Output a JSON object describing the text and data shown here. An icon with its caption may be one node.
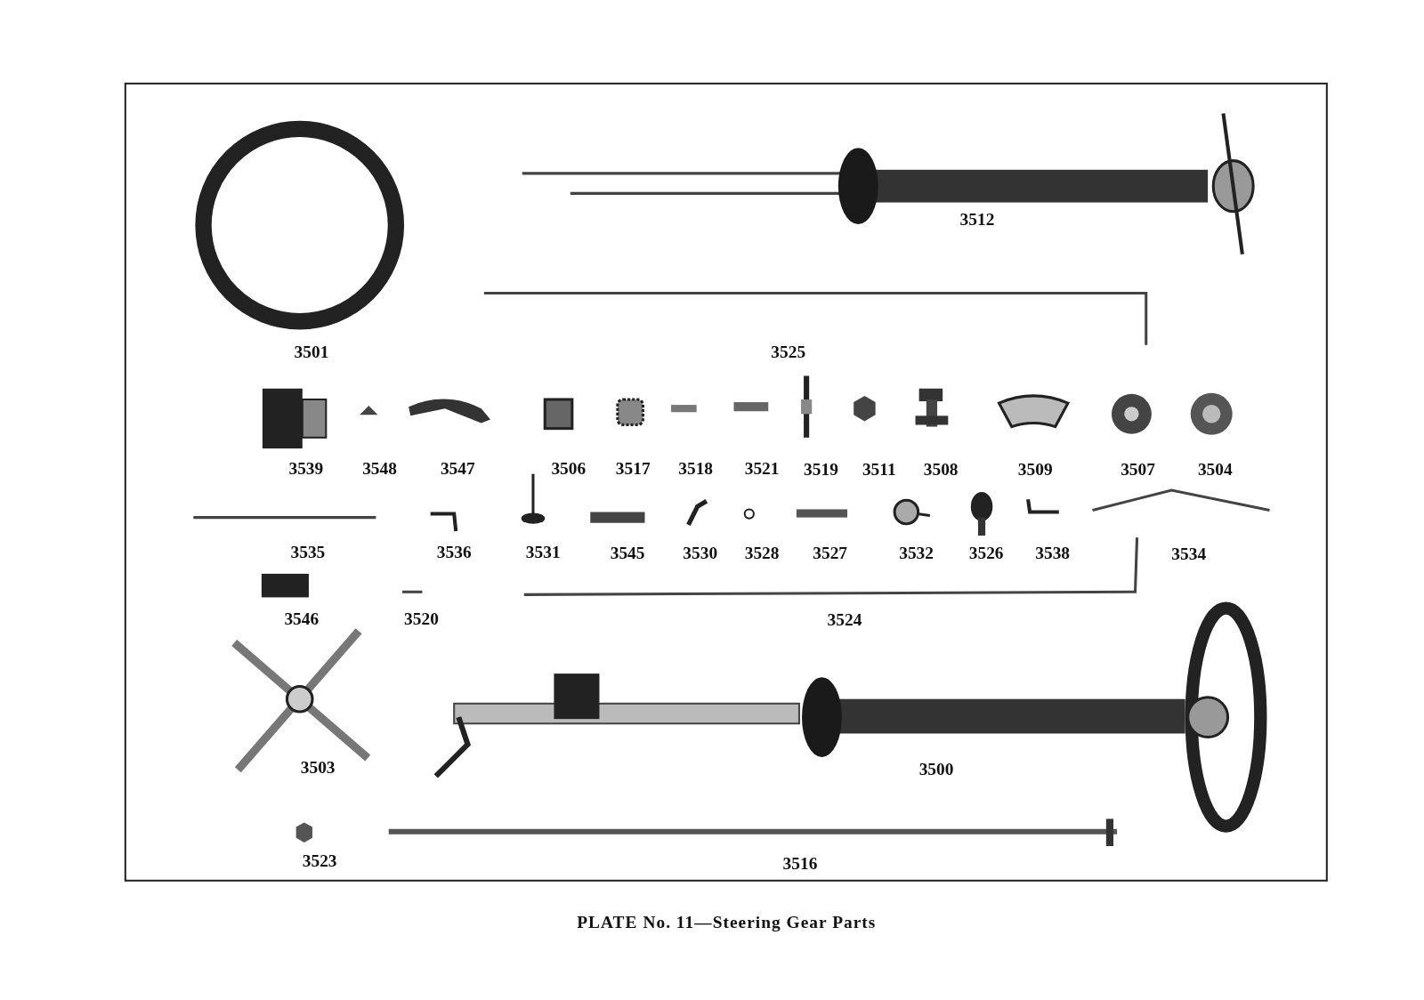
{
  "diagram": {
    "caption": "PLATE No. 11—Steering Gear Parts",
    "labels": [
      "3512",
      "3501",
      "3525",
      "3539",
      "3548",
      "3547",
      "3506",
      "3517",
      "3518",
      "3521",
      "3519",
      "3511",
      "3508",
      "3509",
      "3507",
      "3504",
      "3535",
      "3536",
      "3531",
      "3545",
      "3530",
      "3528",
      "3527",
      "3532",
      "3526",
      "3538",
      "3534",
      "3546",
      "3520",
      "3524",
      "3503",
      "3500",
      "3523",
      "3516"
    ]
  }
}
